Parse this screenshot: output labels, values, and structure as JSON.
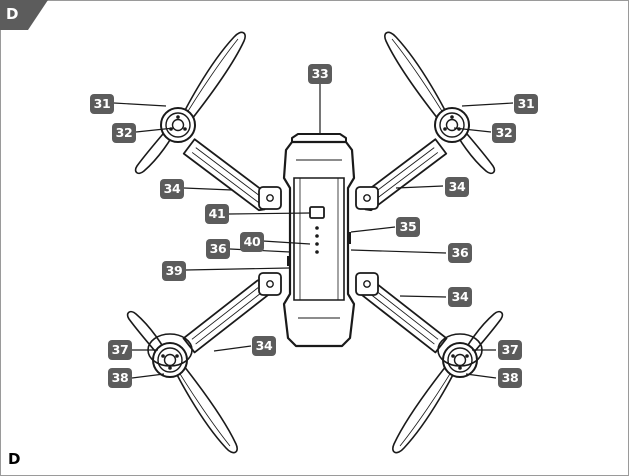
{
  "figure": {
    "tab_letter": "D",
    "corner_letter": "D",
    "colors": {
      "badge": "#5c5c5c",
      "line": "#1a1a1a",
      "frame": "#9a9a9a",
      "tab": "#5c5c5c"
    }
  },
  "callouts": {
    "c31_left": "31",
    "c31_right": "31",
    "c32_left": "32",
    "c32_right": "32",
    "c33": "33",
    "c34_upper_left": "34",
    "c34_upper_right": "34",
    "c34_lower_right": "34",
    "c34_lower_left": "34",
    "c35": "35",
    "c36_left": "36",
    "c36_right": "36",
    "c37_left": "37",
    "c37_right": "37",
    "c38_left": "38",
    "c38_right": "38",
    "c39": "39",
    "c40": "40",
    "c41": "41"
  }
}
